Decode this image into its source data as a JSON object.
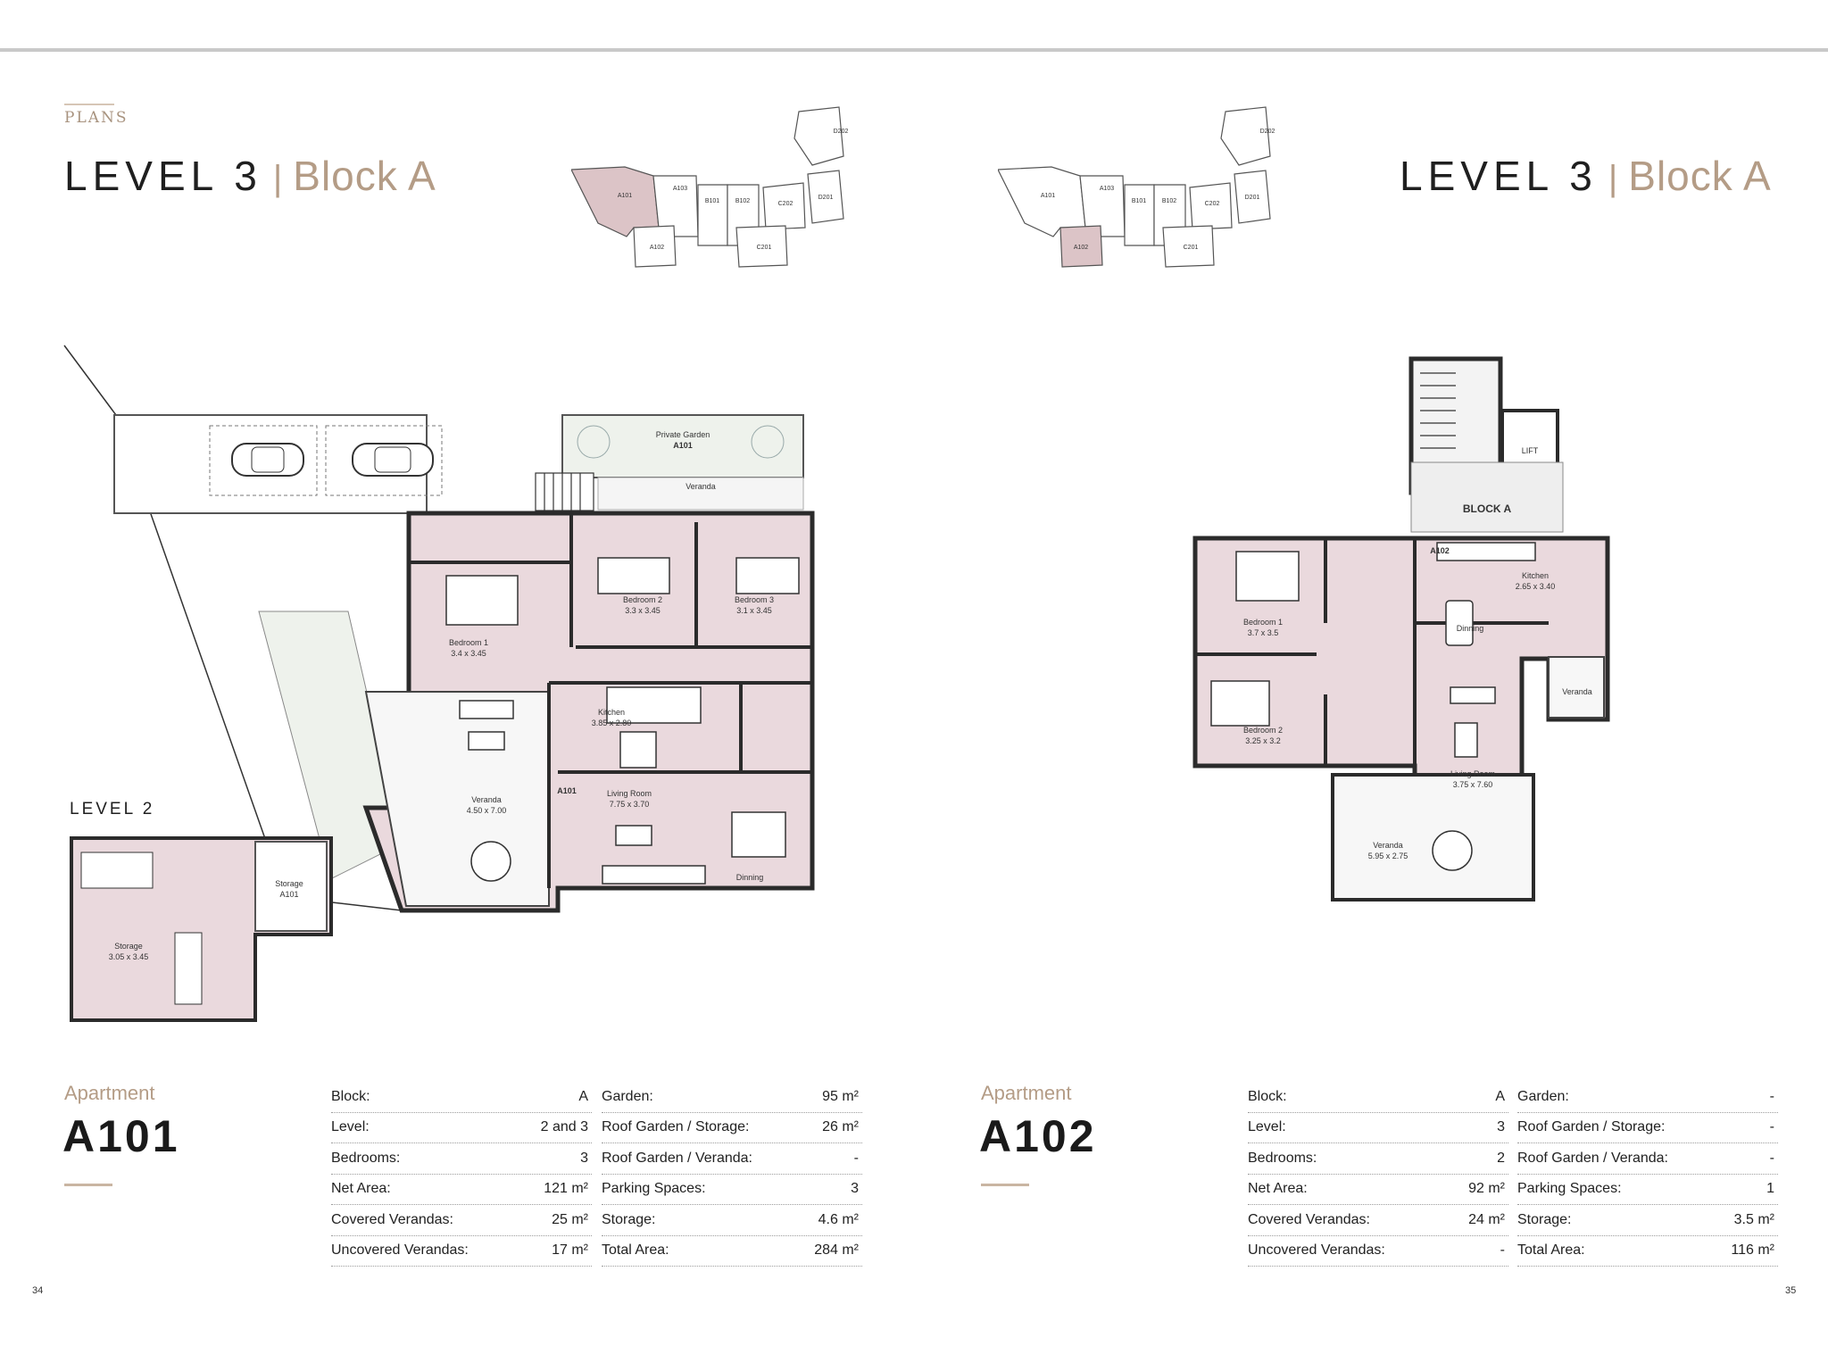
{
  "section_label": "PLANS",
  "left": {
    "title_level": "LEVEL 3",
    "title_sep": "|",
    "title_block": "Block A",
    "plan_labels": {
      "private_garden": "Private Garden",
      "private_garden_unit": "A101",
      "veranda_top": "Veranda",
      "bedroom1": "Bedroom 1",
      "bedroom1_dim": "3.4 x 3.45",
      "bedroom2": "Bedroom 2",
      "bedroom2_dim": "3.3 x 3.45",
      "bedroom3": "Bedroom 3",
      "bedroom3_dim": "3.1 x 3.45",
      "kitchen": "Kitchen",
      "kitchen_dim": "3.85 x 2.80",
      "veranda": "Veranda",
      "veranda_dim": "4.50 x 7.00",
      "entry_tag": "A101",
      "living": "Living Room",
      "living_dim": "7.75 x 3.70",
      "dinning": "Dinning"
    },
    "level2": {
      "title": "LEVEL 2",
      "storage_unit": "Storage",
      "storage_unit_id": "A101",
      "storage": "Storage",
      "storage_dim": "3.05 x 3.45"
    },
    "apartment_label": "Apartment",
    "apartment_id": "A101",
    "specs_col1": [
      {
        "k": "Block:",
        "v": "A"
      },
      {
        "k": "Level:",
        "v": "2 and 3"
      },
      {
        "k": "Bedrooms:",
        "v": "3"
      },
      {
        "k": "Net Area:",
        "v": "121 m²"
      },
      {
        "k": "Covered Verandas:",
        "v": "25 m²"
      },
      {
        "k": "Uncovered Verandas:",
        "v": "17 m²"
      }
    ],
    "specs_col2": [
      {
        "k": "Garden:",
        "v": "95 m²"
      },
      {
        "k": "Roof Garden / Storage:",
        "v": "26 m²"
      },
      {
        "k": "Roof Garden / Veranda:",
        "v": "-"
      },
      {
        "k": "Parking Spaces:",
        "v": "3"
      },
      {
        "k": "Storage:",
        "v": "4.6 m²"
      },
      {
        "k": "Total Area:",
        "v": "284 m²"
      }
    ],
    "page_number": "34"
  },
  "right": {
    "title_level": "LEVEL 3",
    "title_sep": "|",
    "title_block": "Block A",
    "plan_labels": {
      "lift": "LIFT",
      "block": "BLOCK A",
      "entry_tag": "A102",
      "kitchen": "Kitchen",
      "kitchen_dim": "2.65 x 3.40",
      "bedroom1": "Bedroom 1",
      "bedroom1_dim": "3.7 x 3.5",
      "dinning": "Dinning",
      "veranda_small": "Veranda",
      "bedroom2": "Bedroom 2",
      "bedroom2_dim": "3.25 x 3.2",
      "living": "Living Room",
      "living_dim": "3.75 x 7.60",
      "veranda": "Veranda",
      "veranda_dim": "5.95 x 2.75"
    },
    "apartment_label": "Apartment",
    "apartment_id": "A102",
    "specs_col1": [
      {
        "k": "Block:",
        "v": "A"
      },
      {
        "k": "Level:",
        "v": "3"
      },
      {
        "k": "Bedrooms:",
        "v": "2"
      },
      {
        "k": "Net Area:",
        "v": "92 m²"
      },
      {
        "k": "Covered Verandas:",
        "v": "24 m²"
      },
      {
        "k": "Uncovered Verandas:",
        "v": "-"
      }
    ],
    "specs_col2": [
      {
        "k": "Garden:",
        "v": "-"
      },
      {
        "k": "Roof Garden / Storage:",
        "v": "-"
      },
      {
        "k": "Roof Garden / Veranda:",
        "v": "-"
      },
      {
        "k": "Parking Spaces:",
        "v": "1"
      },
      {
        "k": "Storage:",
        "v": "3.5 m²"
      },
      {
        "k": "Total Area:",
        "v": "116 m²"
      }
    ],
    "page_number": "35"
  },
  "keyplan": {
    "units": [
      "A101",
      "A103",
      "B101",
      "B102",
      "C202",
      "D201",
      "D202",
      "A102",
      "C201"
    ]
  },
  "colors": {
    "accent": "#b49c86",
    "room_fill": "#ead9dd",
    "highlight_fill": "#dcc4c7",
    "wall": "#2b2b2b"
  }
}
